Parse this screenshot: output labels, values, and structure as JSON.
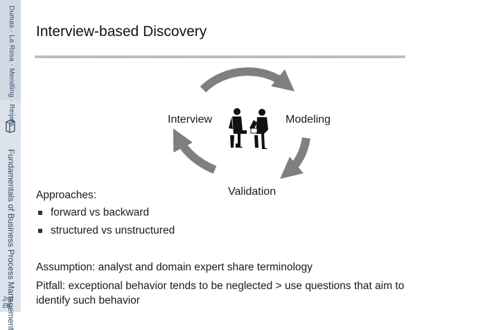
{
  "sidebar": {
    "top_text": "Dumas · La Rosa · Mendling · Reijers",
    "book_icon": "book-icon",
    "book_title": "Fundamentals of Business Process Management",
    "edition": "2nd Ed"
  },
  "slide": {
    "title": "Interview-based Discovery",
    "cycle": {
      "interview": "Interview",
      "modeling": "Modeling",
      "validation": "Validation",
      "people_icon": "people-meeting-icon",
      "arrow_color": "#7f7f7f"
    },
    "approaches_label": "Approaches:",
    "bullets": [
      "forward vs backward",
      "structured vs unstructured"
    ],
    "assumption": "Assumption: analyst and domain expert share terminology",
    "pitfall": "Pitfall: exceptional behavior tends to be neglected > use questions that aim to identify such behavior"
  }
}
